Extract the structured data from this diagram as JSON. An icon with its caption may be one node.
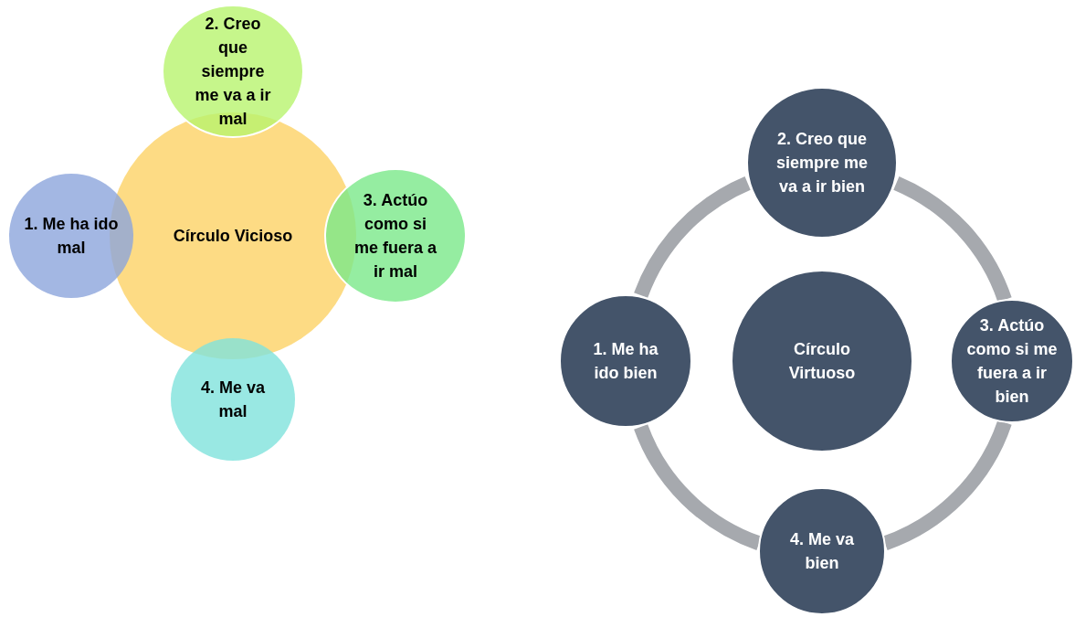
{
  "diagram": {
    "nodes": [
      {
        "text": [
          "Círculo Vicioso"
        ]
      },
      {
        "text": [
          "1. Me ha ido mal"
        ]
      },
      {
        "text": [
          "2. Creo que siempre me va a ir mal"
        ]
      },
      {
        "text": [
          "3. Actúo como si me fuera a ir mal"
        ]
      },
      {
        "text": [
          "4. Me va mal"
        ]
      },
      {
        "text": [
          "Círculo Virtuoso"
        ]
      },
      {
        "text": [
          "1. Me ha ido bien"
        ]
      },
      {
        "text": [
          "2. Creo que siempre me va a ir bien"
        ]
      },
      {
        "text": [
          "3. Actúo como si me fuera a ir bien"
        ]
      },
      {
        "text": [
          "4. Me va bien"
        ]
      }
    ],
    "edges": [
      {
        "from": 6,
        "to": 7,
        "arrow": "none"
      },
      {
        "from": 7,
        "to": 8,
        "arrow": "none"
      },
      {
        "from": 8,
        "to": 9,
        "arrow": "none"
      },
      {
        "from": 9,
        "to": 6,
        "arrow": "none"
      }
    ]
  }
}
